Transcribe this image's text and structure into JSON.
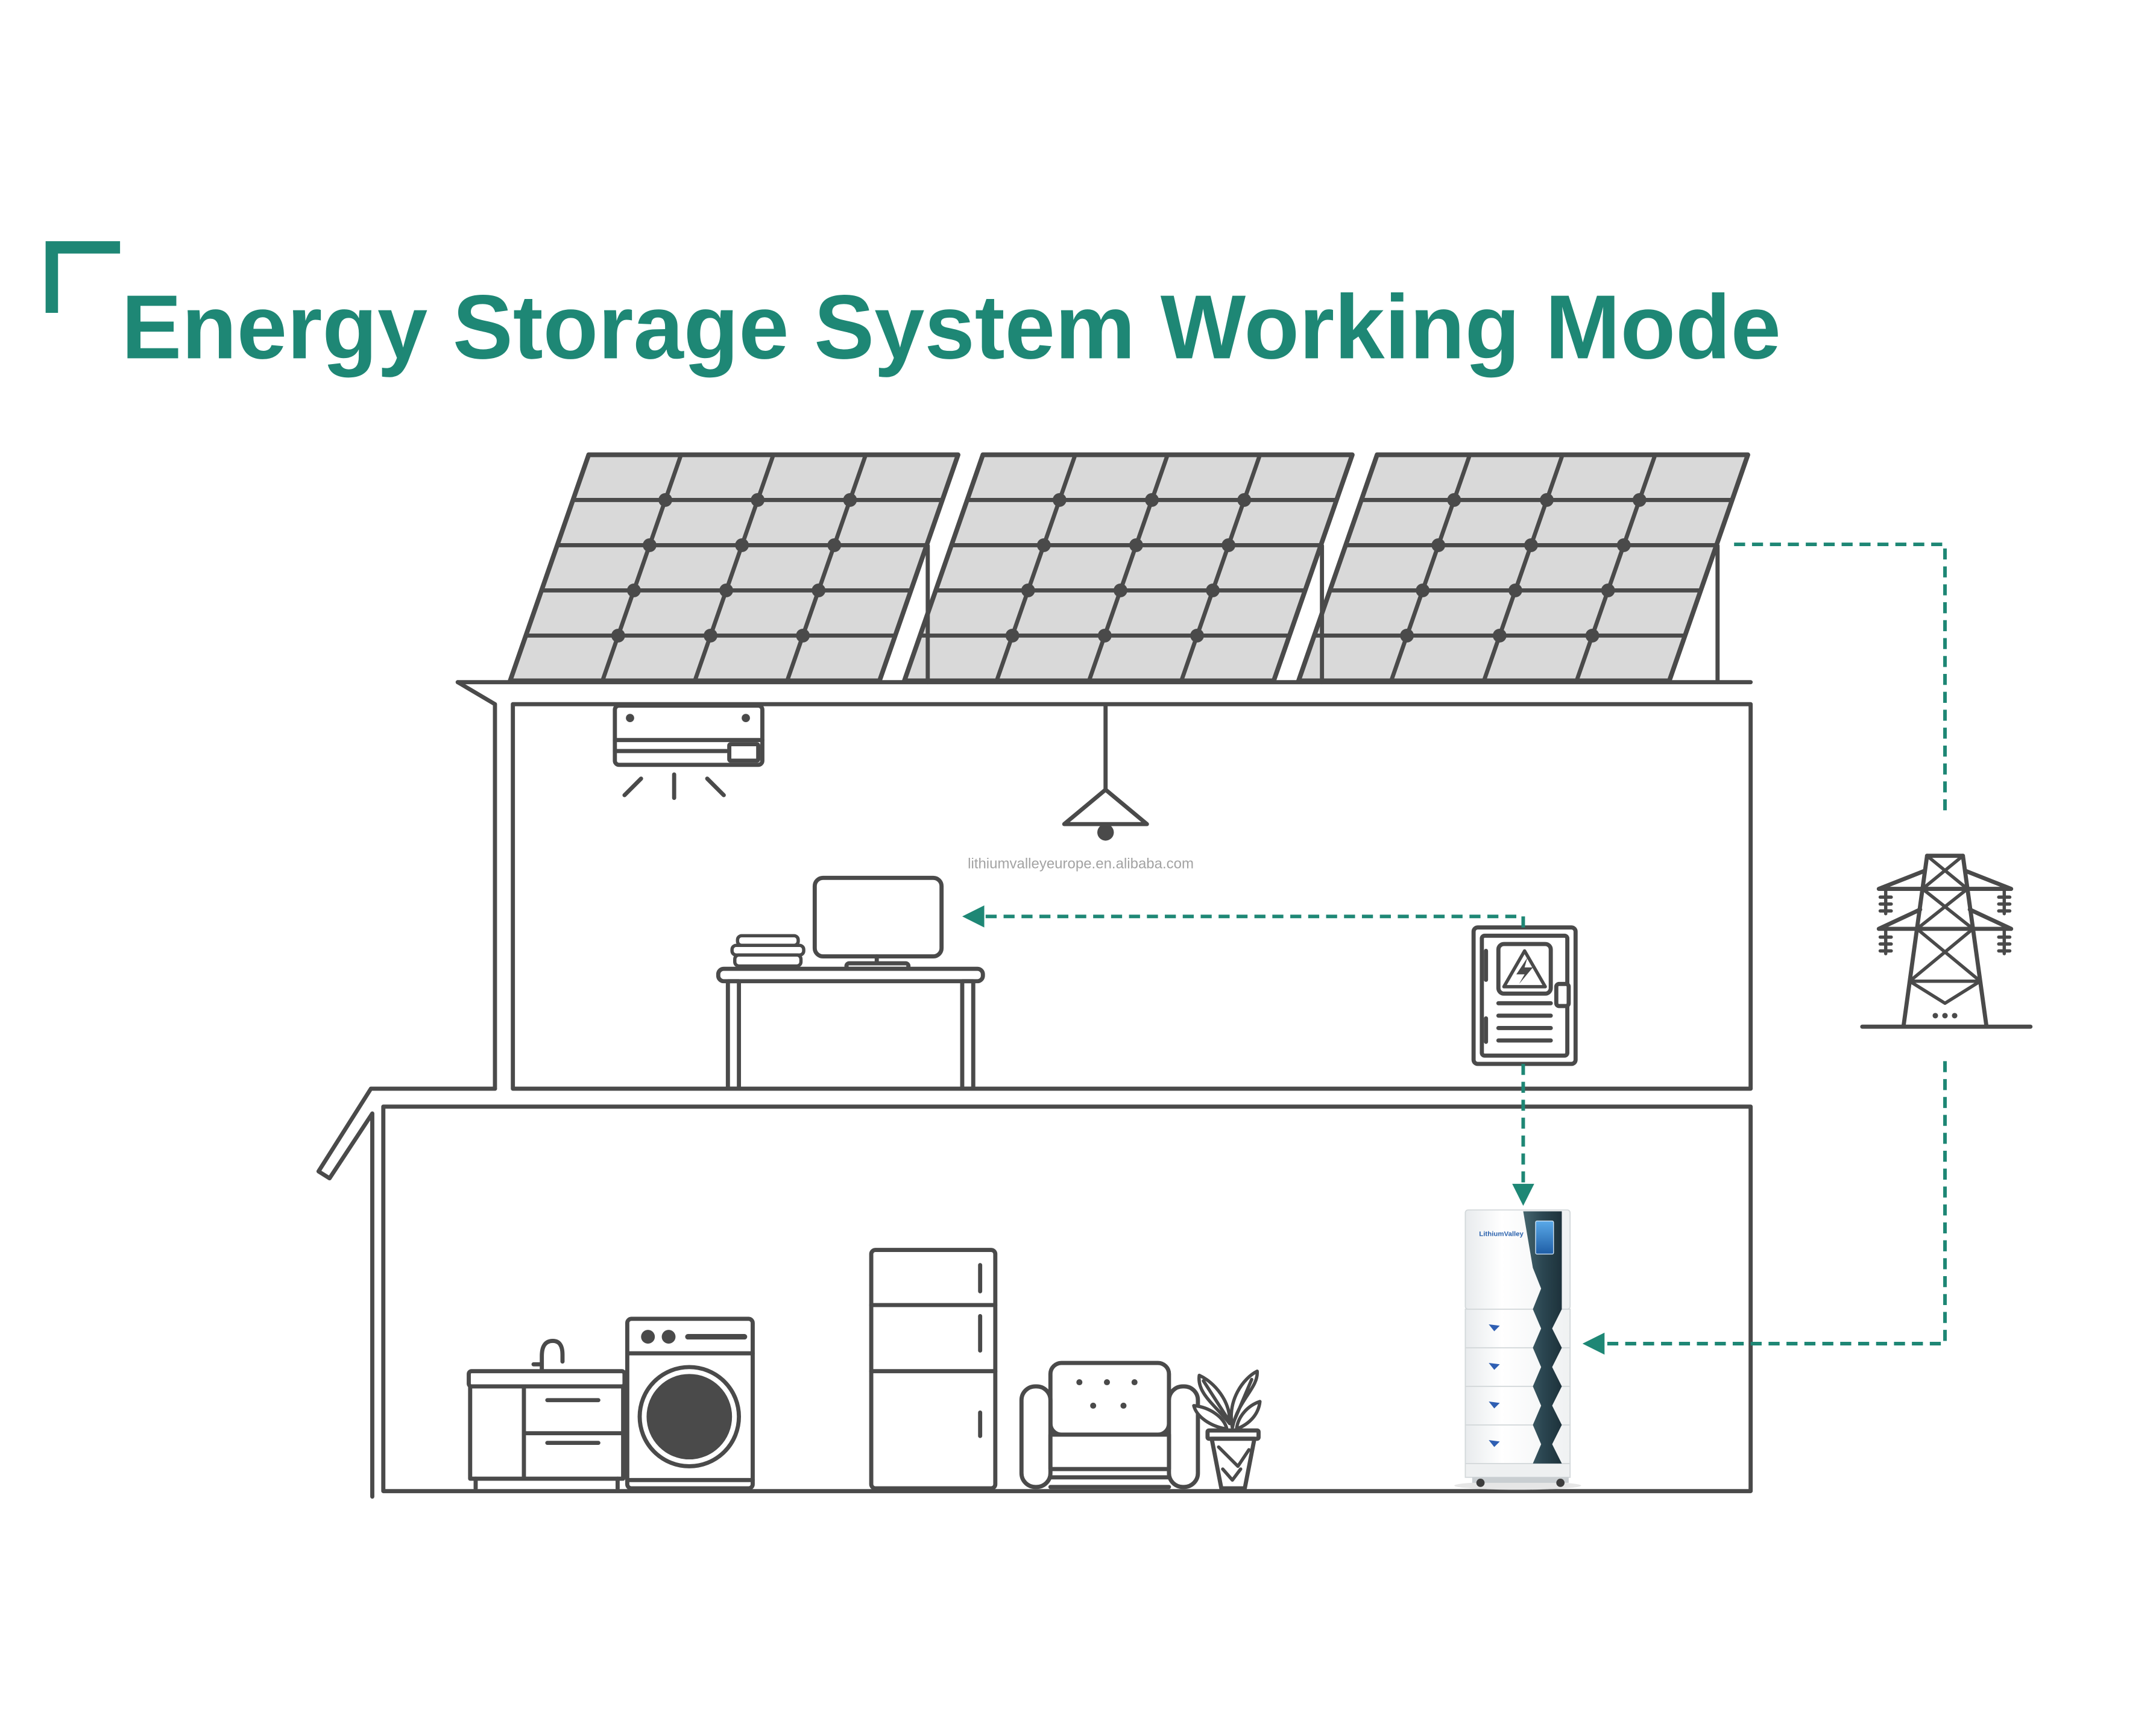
{
  "title": "Energy Storage System Working Mode",
  "watermark": "lithiumvalleyeurope.en.alibaba.com",
  "battery": {
    "brand": "LithiumValley"
  },
  "colors": {
    "accent": "#1e8775",
    "line": "#4a4a4a",
    "panel": "#d9d9d9",
    "strip": "#2e4954",
    "background": "#ffffff",
    "muted": "#a3a3a3"
  },
  "icons": {
    "title_marker": "corner-bracket-icon",
    "solar": "solar-panel-icon",
    "air_conditioner": "air-conditioner-icon",
    "lamp": "ceiling-lamp-icon",
    "monitor": "monitor-icon",
    "books": "books-icon",
    "desk": "desk-icon",
    "electrical_panel": "electrical-panel-icon",
    "grid": "transmission-tower-icon",
    "kitchen": "kitchen-sink-icon",
    "washer": "washing-machine-icon",
    "fridge": "refrigerator-icon",
    "armchair": "armchair-icon",
    "plant": "potted-plant-icon",
    "battery": "battery-storage-icon"
  }
}
